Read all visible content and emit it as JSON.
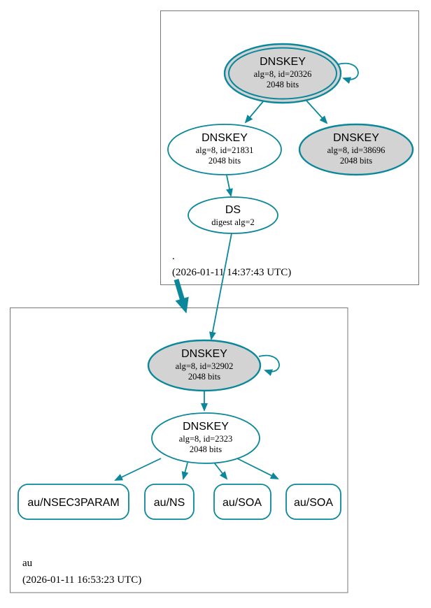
{
  "diagram": {
    "kind": "dnssec-authentication-chain",
    "colors": {
      "edge_teal": "#0a879a",
      "ksk_fill": "#d3d3d3",
      "node_fill": "#ffffff",
      "zone_border": "#777777"
    }
  },
  "zones": {
    "root": {
      "label": ".",
      "timestamp": "(2026-01-11 14:37:43 UTC)"
    },
    "au": {
      "label": "au",
      "timestamp": "(2026-01-11 16:53:23 UTC)"
    }
  },
  "nodes": {
    "root_ksk": {
      "title": "DNSKEY",
      "detail1": "alg=8, id=20326",
      "detail2": "2048 bits"
    },
    "root_zsk": {
      "title": "DNSKEY",
      "detail1": "alg=8, id=21831",
      "detail2": "2048 bits"
    },
    "root_dnskey_38696": {
      "title": "DNSKEY",
      "detail1": "alg=8, id=38696",
      "detail2": "2048 bits"
    },
    "root_ds": {
      "title": "DS",
      "detail1": "digest alg=2"
    },
    "au_ksk": {
      "title": "DNSKEY",
      "detail1": "alg=8, id=32902",
      "detail2": "2048 bits"
    },
    "au_zsk": {
      "title": "DNSKEY",
      "detail1": "alg=8, id=2323",
      "detail2": "2048 bits"
    },
    "au_nsec3param": {
      "label": "au/NSEC3PARAM"
    },
    "au_ns": {
      "label": "au/NS"
    },
    "au_soa_1": {
      "label": "au/SOA"
    },
    "au_soa_2": {
      "label": "au/SOA"
    }
  }
}
